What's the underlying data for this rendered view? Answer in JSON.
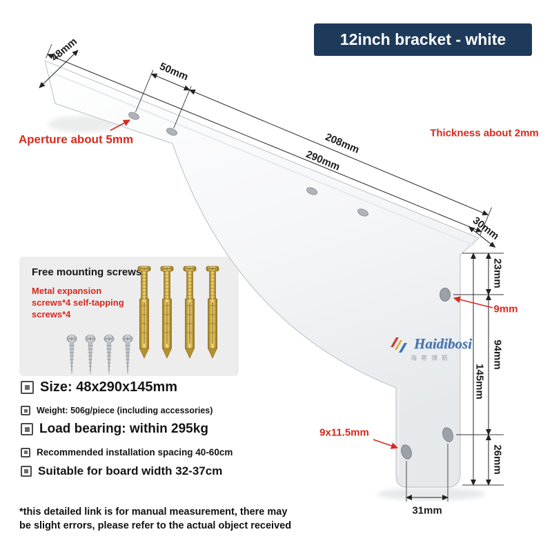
{
  "banner": {
    "text": "12inch bracket - white"
  },
  "dims": {
    "d48": "48mm",
    "d50": "50mm",
    "d208": "208mm",
    "d290": "290mm",
    "d30": "30mm",
    "d23": "23mm",
    "d94": "94mm",
    "d145": "145mm",
    "d26": "26mm",
    "d31": "31mm"
  },
  "callouts": {
    "aperture": "Aperture\nabout 5mm",
    "thickness": "Thickness about 2mm",
    "top_hole": "9mm",
    "bottom_hole": "9x11.5mm"
  },
  "screw_box": {
    "title": "Free mounting screws",
    "subtitle": "Metal expansion\nscrews*4 self-tapping\nscrews*4"
  },
  "specs": {
    "size": "Size: 48x290x145mm",
    "weight": "Weight: 506g/piece (including accessories)",
    "load": "Load bearing: within 295kg",
    "spacing": "Recommended installation spacing 40-60cm",
    "board": "Suitable for board width 32-37cm"
  },
  "watermark": {
    "name": "Haidibosi",
    "cn": "海蒂博斯"
  },
  "disclaimer": "*this detailed link is for manual measurement, there may\nbe slight errors, please refer to the actual object received",
  "colors": {
    "banner_bg": "#1e3a5a",
    "accent_red": "#d8281c",
    "bracket": "#ffffff"
  }
}
